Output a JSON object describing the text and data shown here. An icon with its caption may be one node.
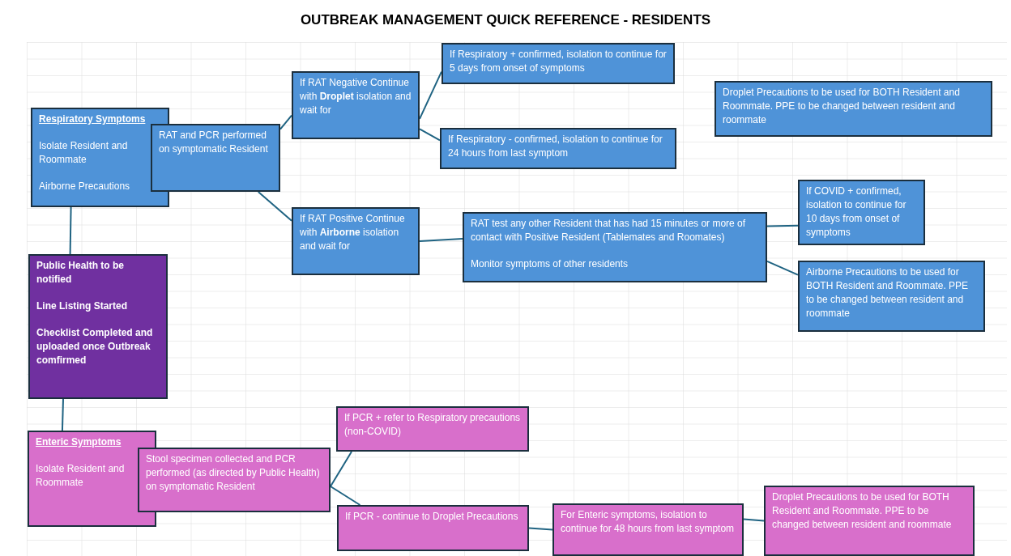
{
  "diagram": {
    "title": "OUTBREAK MANAGEMENT QUICK REFERENCE - RESIDENTS",
    "nodes": [
      {
        "text": [
          "Respiratory Symptoms",
          "Isolate Resident and Roommate",
          "Airborne Precautions"
        ]
      },
      {
        "text": [
          "RAT and PCR performed on symptomatic Resident"
        ]
      },
      {
        "text": [
          "If RAT Negative Continue with **Droplet** isolation and wait for"
        ]
      },
      {
        "text": [
          "If Respiratory + confirmed, isolation to continue for 5 days from onset of symptoms"
        ]
      },
      {
        "text": [
          "If Respiratory - confirmed, isolation to continue for 24 hours from last symptom"
        ]
      },
      {
        "text": [
          "Droplet Precautions to be used for BOTH Resident and Roommate. PPE to be changed between resident and roommate"
        ]
      },
      {
        "text": [
          "If RAT Positive Continue with **Airborne** isolation and wait for"
        ]
      },
      {
        "text": [
          "RAT test any other Resident that has had 15 minutes or more of contact with Positive Resident (Tablemates and Roomates)",
          "Monitor symptoms of other residents"
        ]
      },
      {
        "text": [
          "If COVID + confirmed, isolation to continue for 10 days from onset of symptoms"
        ]
      },
      {
        "text": [
          "Airborne Precautions to be used for BOTH Resident and Roommate. PPE to be changed between resident and roommate"
        ]
      },
      {
        "text": [
          "Public Health to be notified",
          "Line Listing Started",
          "Checklist Completed and uploaded once Outbreak comfirmed"
        ]
      },
      {
        "text": [
          "Enteric Symptoms",
          "Isolate Resident and Roommate"
        ]
      },
      {
        "text": [
          "Stool specimen collected and PCR performed (as directed by Public Health) on symptomatic Resident"
        ]
      },
      {
        "text": [
          "If PCR + refer to Respiratory precautions (non-COVID)"
        ]
      },
      {
        "text": [
          "If PCR - continue to Droplet Precautions"
        ]
      },
      {
        "text": [
          "For Enteric symptoms, isolation to continue for 48 hours from last symptom"
        ]
      },
      {
        "text": [
          "Droplet Precautions to be used for BOTH Resident and Roommate. PPE to be changed between resident and roommate"
        ]
      }
    ],
    "edges": [
      {
        "from": 0,
        "to": 10,
        "arrow": "none"
      },
      {
        "from": 10,
        "to": 11,
        "arrow": "none"
      },
      {
        "from": 1,
        "to": 2,
        "arrow": "none"
      },
      {
        "from": 1,
        "to": 6,
        "arrow": "none"
      },
      {
        "from": 2,
        "to": 3,
        "arrow": "none"
      },
      {
        "from": 2,
        "to": 4,
        "arrow": "none"
      },
      {
        "from": 6,
        "to": 7,
        "arrow": "none"
      },
      {
        "from": 7,
        "to": 8,
        "arrow": "none"
      },
      {
        "from": 7,
        "to": 9,
        "arrow": "none"
      },
      {
        "from": 12,
        "to": 13,
        "arrow": "none"
      },
      {
        "from": 12,
        "to": 14,
        "arrow": "none"
      },
      {
        "from": 14,
        "to": 15,
        "arrow": "none"
      },
      {
        "from": 15,
        "to": 16,
        "arrow": "none"
      }
    ]
  }
}
